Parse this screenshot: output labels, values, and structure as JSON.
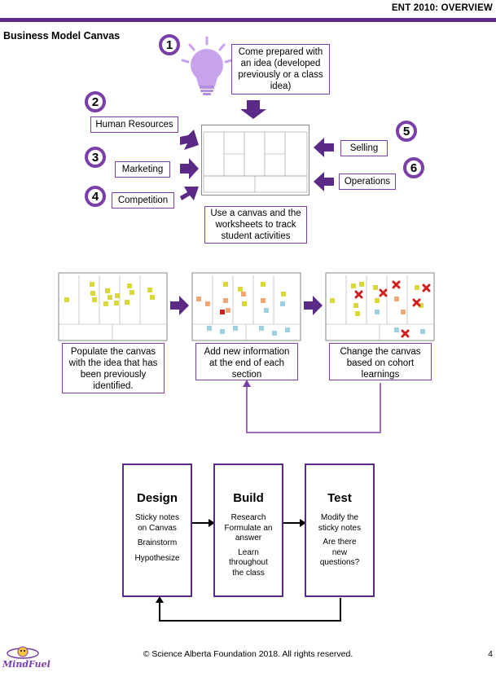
{
  "header": {
    "label": "ENT 2010: OVERVIEW",
    "bar_color": "#5b2a86"
  },
  "section_title": "Business Model Canvas",
  "steps": [
    {
      "number": "1",
      "text": "Come prepared with an idea (developed previously or a class idea)"
    },
    {
      "number": "2",
      "text": "Human Resources"
    },
    {
      "number": "3",
      "text": "Marketing"
    },
    {
      "number": "4",
      "text": "Competition"
    },
    {
      "number": "5",
      "text": "Selling"
    },
    {
      "number": "6",
      "text": "Operations"
    }
  ],
  "canvas_note": "Use a canvas and the worksheets to track student activities",
  "process": [
    {
      "text": "Populate the canvas with the idea that has been previously identified."
    },
    {
      "text": "Add new information at the end of each section"
    },
    {
      "text": "Change the canvas based on cohort learnings"
    }
  ],
  "cycle": [
    {
      "title": "Design",
      "lines": [
        "Sticky notes on Canvas",
        "Brainstorm",
        "Hypothesize"
      ]
    },
    {
      "title": "Build",
      "lines": [
        "Research",
        "Formulate an answer",
        "Learn throughout the class"
      ]
    },
    {
      "title": "Test",
      "lines": [
        "Modify the sticky notes",
        "Are there new questions?"
      ]
    }
  ],
  "footer": {
    "copyright": "© Science Alberta Foundation 2018. All rights reserved.",
    "page_number": "4",
    "logo_text": "MindFuel"
  },
  "colors": {
    "accent": "#7b3fa8",
    "sticky_yellow": "#d9d93c",
    "sticky_orange": "#f0a878",
    "sticky_blue": "#9fd0e0",
    "sticky_red": "#d01f1f"
  }
}
